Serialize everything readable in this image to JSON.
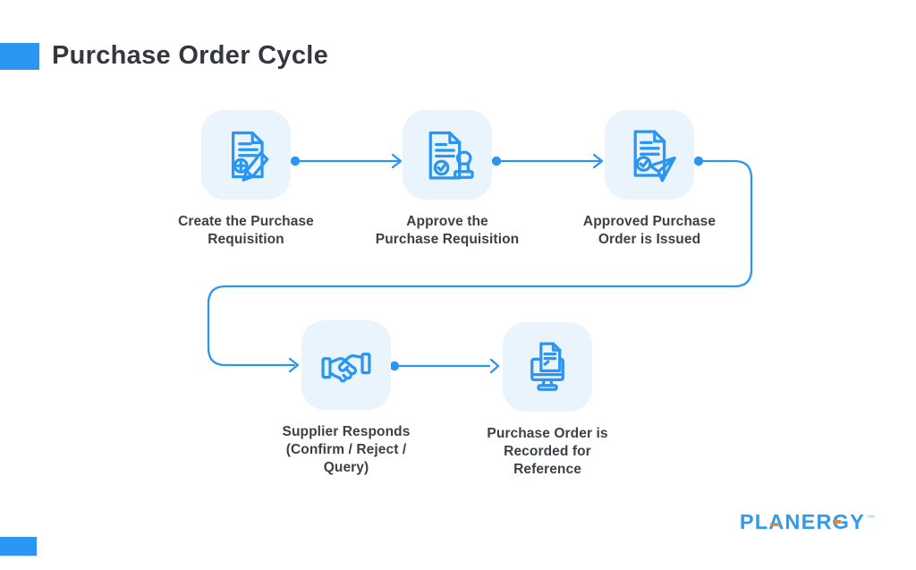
{
  "header": {
    "title": "Purchase Order Cycle"
  },
  "flow": {
    "steps": [
      {
        "label": "Create the Purchase Requisition",
        "lines": [
          "Create the Purchase",
          "Requisition"
        ],
        "icon": "document-add-pencil-icon"
      },
      {
        "label": "Approve the Purchase Requisition",
        "lines": [
          "Approve the",
          "Purchase Requisition"
        ],
        "icon": "document-approved-stamp-icon"
      },
      {
        "label": "Approved Purchase Order is Issued",
        "lines": [
          "Approved Purchase",
          "Order is Issued"
        ],
        "icon": "document-send-plane-icon"
      },
      {
        "label": "Supplier Responds (Confirm / Reject / Query)",
        "lines": [
          "Supplier Responds",
          "(Confirm / Reject /",
          "Query)"
        ],
        "icon": "handshake-icon"
      },
      {
        "label": "Purchase Order is Recorded for Reference",
        "lines": [
          "Purchase Order is",
          "Recorded for",
          "Reference"
        ],
        "icon": "monitor-document-icon"
      }
    ]
  },
  "footer": {
    "logo_text": "PLANERGY",
    "trademark": "™"
  },
  "colors": {
    "accent": "#2b96f1",
    "tile_bg": "#eaf4fd",
    "text": "#3a4149",
    "title": "#33383f",
    "logo_blue": "#2f9aee",
    "logo_orange": "#f58220",
    "trademark": "#8ec8f0"
  }
}
